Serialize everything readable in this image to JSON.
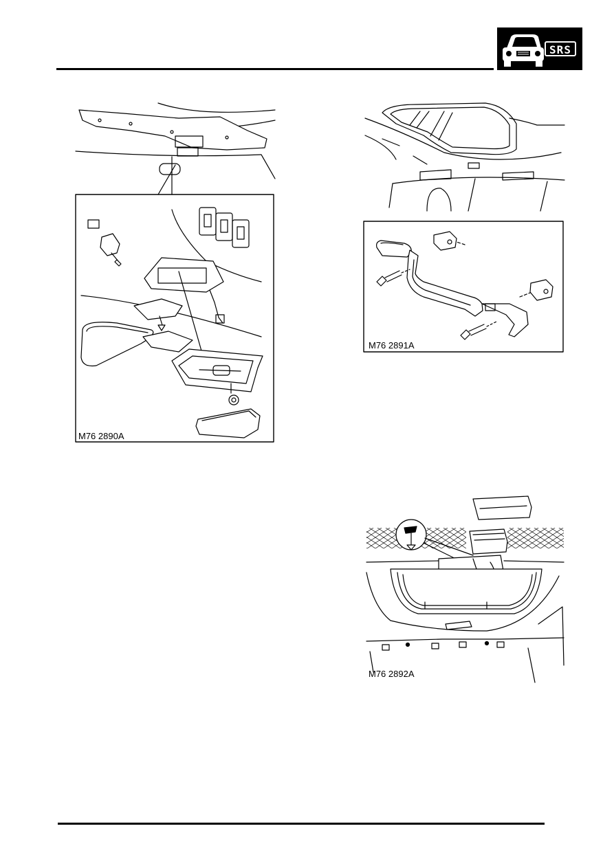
{
  "header": {
    "badge_text": "SRS",
    "badge_icon": "car-front-icon"
  },
  "figures": [
    {
      "id": "fig1",
      "caption": "M76 2890A"
    },
    {
      "id": "fig2",
      "caption": "M76 2891A"
    },
    {
      "id": "fig3",
      "caption": "M76 2892A"
    }
  ],
  "colors": {
    "ink": "#000000",
    "paper": "#ffffff"
  }
}
